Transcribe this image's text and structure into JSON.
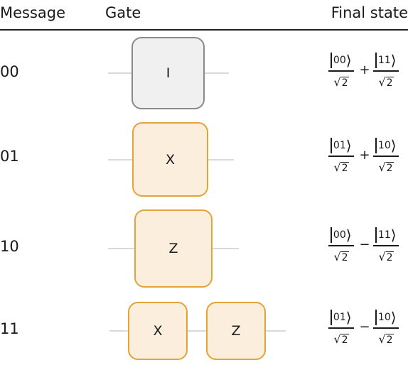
{
  "header": {
    "message": "Message",
    "gate": "Gate",
    "final_state": "Final state"
  },
  "rows": [
    {
      "message": "00",
      "gates": [
        "I"
      ],
      "state": {
        "ket_a": "00",
        "op": "+",
        "ket_b": "11",
        "den": "2",
        "radical": "√"
      }
    },
    {
      "message": "01",
      "gates": [
        "X"
      ],
      "state": {
        "ket_a": "01",
        "op": "+",
        "ket_b": "10",
        "den": "2",
        "radical": "√"
      }
    },
    {
      "message": "10",
      "gates": [
        "Z"
      ],
      "state": {
        "ket_a": "00",
        "op": "−",
        "ket_b": "11",
        "den": "2",
        "radical": "√"
      }
    },
    {
      "message": "11",
      "gates": [
        "X",
        "Z"
      ],
      "state": {
        "ket_a": "01",
        "op": "−",
        "ket_b": "10",
        "den": "2",
        "radical": "√"
      }
    }
  ],
  "colors": {
    "identity_fill": "#f0f0f0",
    "identity_border": "#8a8a8a",
    "gate_fill": "#fbeedd",
    "gate_border": "#e3a33b",
    "wire": "#d9d9d9"
  }
}
